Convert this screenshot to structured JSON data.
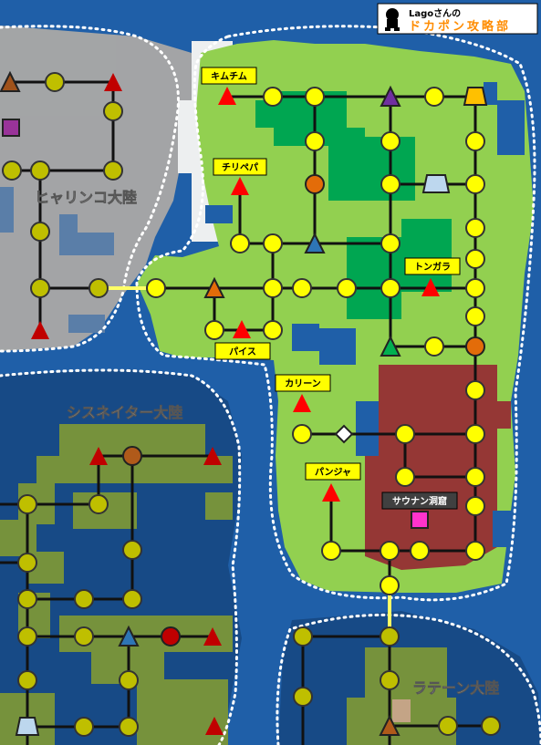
{
  "brand": {
    "line1": "Lagoさんの",
    "line2": "ドカポン攻略部"
  },
  "continents": {
    "hyarinko": "ヒャリンコ大陸",
    "sisneiter": "シスネイター大陸",
    "raten": "ラテーン大陸"
  },
  "towns": {
    "kimuchimu": "キムチム",
    "chiripepa": "チリペパ",
    "paisu": "パイス",
    "tongara": "トンガラ",
    "karin": "カリーン",
    "panja": "パンジャ",
    "sauna_cave": "サウナン洞窟"
  },
  "colors": {
    "ocean": "#1f5fa8",
    "deep_ocean": "#174a86",
    "grass": "#92d050",
    "forest": "#00a651",
    "desert_red": "#953735",
    "snow": "#f2f2f2",
    "gray_land": "#a6a6a6",
    "path": "#111111",
    "node_yellow": "#ffff00",
    "road_yellow": "#ffff66"
  },
  "legend_icons": [
    "character-logo-icon"
  ]
}
